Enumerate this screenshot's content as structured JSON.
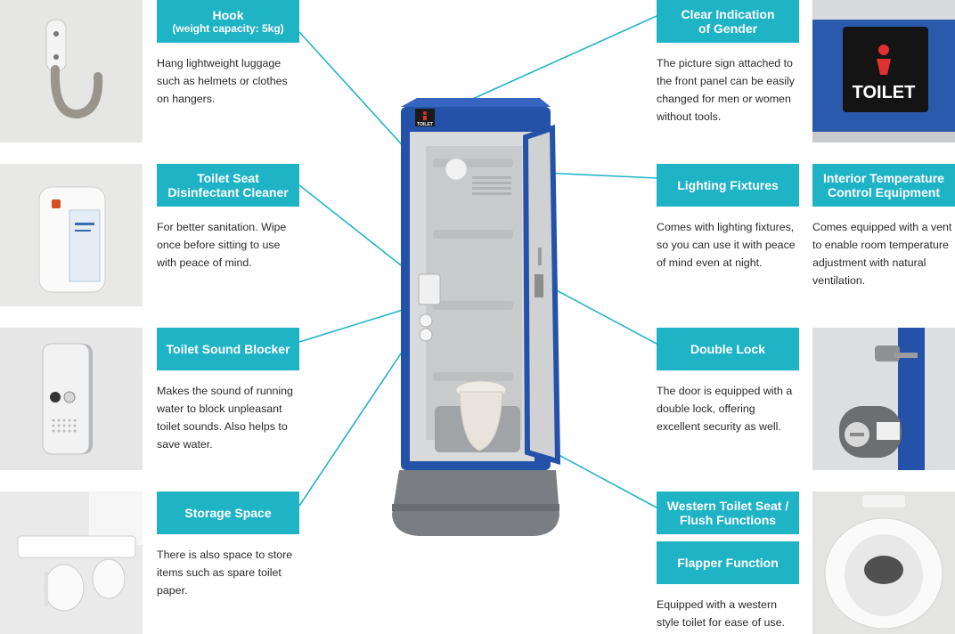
{
  "features": [
    {
      "id": "hook",
      "title": "Hook",
      "subtitle": "(weight capacity: 5kg)",
      "description": "Hang lightweight luggage such as helmets or clothes on hangers.",
      "icon": "hook-icon"
    },
    {
      "id": "seat-cleaner",
      "title": "Toilet Seat Disinfectant Cleaner",
      "subtitle": "",
      "description": "For better sanitation. Wipe once before sitting to use with peace of mind.",
      "icon": "dispenser-icon"
    },
    {
      "id": "sound-blocker",
      "title": "Toilet Sound Blocker",
      "subtitle": "",
      "description": "Makes the sound of running water to block unpleasant toilet sounds. Also helps to save water.",
      "icon": "speaker-icon"
    },
    {
      "id": "storage",
      "title": "Storage Space",
      "subtitle": "",
      "description": "There is also space to store items such as spare toilet paper.",
      "icon": "paper-holder-icon"
    },
    {
      "id": "gender",
      "title": "Clear Indication of Gender",
      "subtitle": "",
      "description": "The picture sign attached to the front panel can be easily changed for men or women without tools.",
      "icon": "toilet-sign-icon",
      "sign_text": "TOILET"
    },
    {
      "id": "lighting",
      "title": "Lighting Fixtures",
      "subtitle": "",
      "description": "Comes with lighting fixtures, so you can use it with peace of mind even at night.",
      "icon": "light-icon"
    },
    {
      "id": "temperature",
      "title": "Interior Temperature Control Equipment",
      "subtitle": "",
      "description": "Comes equipped with a vent to enable room temperature adjustment with natural ventilation.",
      "icon": "vent-icon"
    },
    {
      "id": "lock",
      "title": "Double Lock",
      "subtitle": "",
      "description": "The door is equipped with a double lock, offering excellent security as well.",
      "icon": "lock-icon"
    },
    {
      "id": "western-toilet",
      "title": "Western Toilet Seat / Flush Functions",
      "subtitle": "",
      "description": "",
      "icon": "toilet-bowl-icon"
    },
    {
      "id": "flapper",
      "title": "Flapper Function",
      "subtitle": "",
      "description": "Equipped with a western style toilet for ease of use.",
      "icon": ""
    }
  ],
  "booth": {
    "sign_text": "TOILET"
  },
  "colors": {
    "accent": "#1fb3c6",
    "booth_blue": "#2452a8",
    "line": "#22b5c8"
  }
}
